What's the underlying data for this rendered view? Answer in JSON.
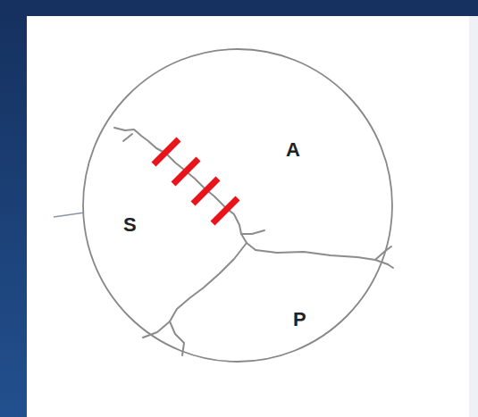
{
  "diagram": {
    "labels": [
      "S",
      "A",
      "P"
    ]
  }
}
